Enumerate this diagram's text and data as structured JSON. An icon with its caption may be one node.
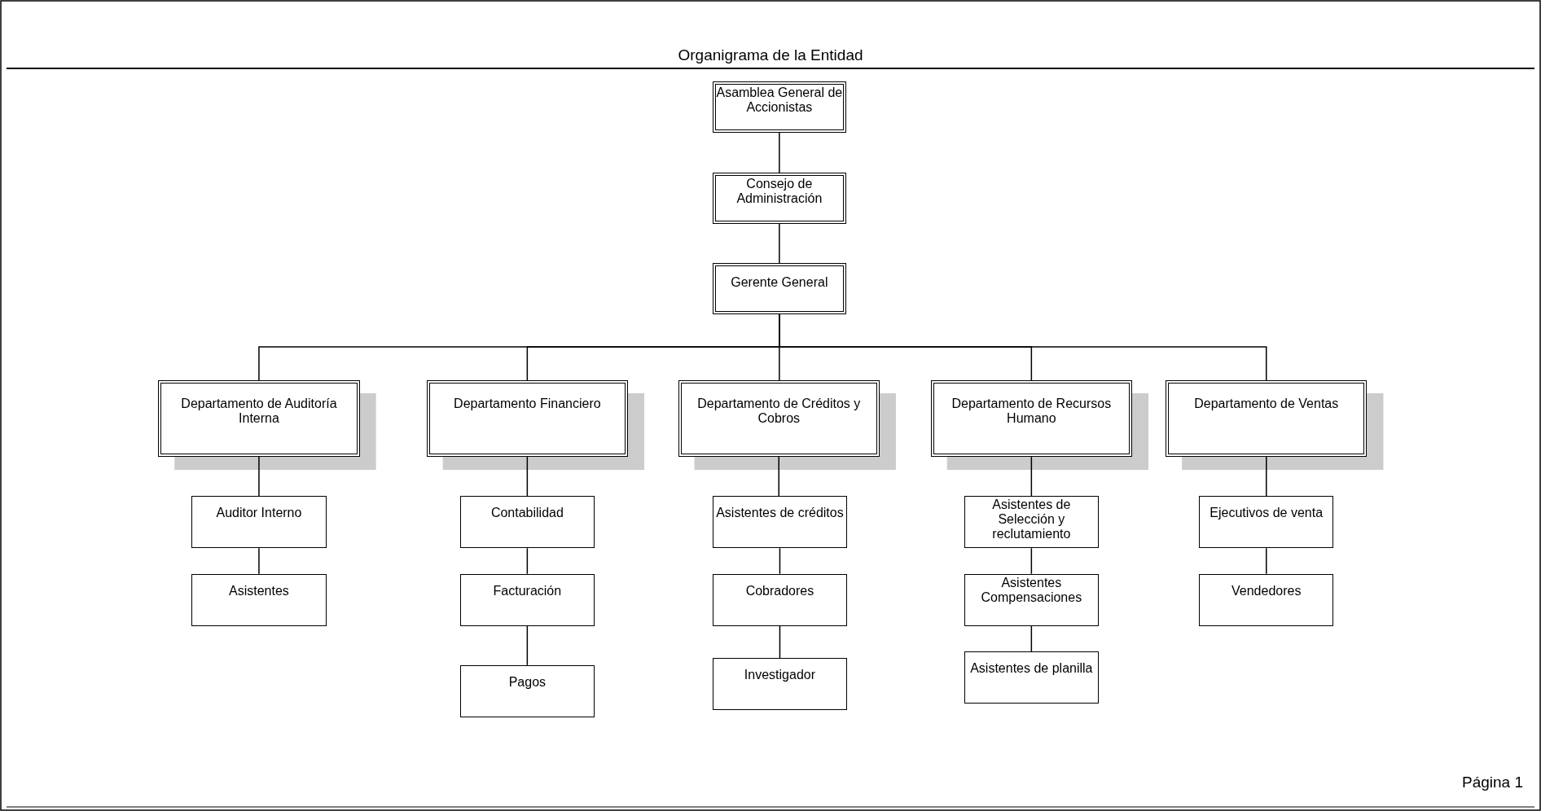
{
  "diagram": {
    "title": "Organigrama de la Entidad",
    "nodes": [
      {
        "text": [
          "Asamblea General de Accionistas"
        ]
      },
      {
        "text": [
          "Consejo de Administración"
        ]
      },
      {
        "text": [
          "Gerente General"
        ]
      },
      {
        "text": [
          "Departamento de Auditoría Interna"
        ]
      },
      {
        "text": [
          "Departamento Financiero"
        ]
      },
      {
        "text": [
          "Departamento de Créditos y Cobros"
        ]
      },
      {
        "text": [
          "Departamento de Recursos Humano"
        ]
      },
      {
        "text": [
          "Departamento de Ventas"
        ]
      },
      {
        "text": [
          "Auditor Interno"
        ]
      },
      {
        "text": [
          "Asistentes"
        ]
      },
      {
        "text": [
          "Contabilidad"
        ]
      },
      {
        "text": [
          "Facturación"
        ]
      },
      {
        "text": [
          "Pagos"
        ]
      },
      {
        "text": [
          "Asistentes de créditos"
        ]
      },
      {
        "text": [
          "Cobradores"
        ]
      },
      {
        "text": [
          "Investigador"
        ]
      },
      {
        "text": [
          "Asistentes de Selección y reclutamiento"
        ]
      },
      {
        "text": [
          "Asistentes Compensaciones"
        ]
      },
      {
        "text": [
          "Asistentes de planilla"
        ]
      },
      {
        "text": [
          "Ejecutivos de venta"
        ]
      },
      {
        "text": [
          "Vendedores"
        ]
      }
    ],
    "edges": [
      {
        "from": 0,
        "to": 1,
        "arrow": "none"
      },
      {
        "from": 1,
        "to": 2,
        "arrow": "none"
      },
      {
        "from": 2,
        "to": 3,
        "arrow": "none"
      },
      {
        "from": 2,
        "to": 4,
        "arrow": "none"
      },
      {
        "from": 2,
        "to": 5,
        "arrow": "none"
      },
      {
        "from": 2,
        "to": 6,
        "arrow": "none"
      },
      {
        "from": 2,
        "to": 7,
        "arrow": "none"
      },
      {
        "from": 3,
        "to": 8,
        "arrow": "none"
      },
      {
        "from": 8,
        "to": 9,
        "arrow": "none"
      },
      {
        "from": 4,
        "to": 10,
        "arrow": "none"
      },
      {
        "from": 10,
        "to": 11,
        "arrow": "none"
      },
      {
        "from": 11,
        "to": 12,
        "arrow": "none"
      },
      {
        "from": 5,
        "to": 13,
        "arrow": "none"
      },
      {
        "from": 13,
        "to": 14,
        "arrow": "none"
      },
      {
        "from": 14,
        "to": 15,
        "arrow": "none"
      },
      {
        "from": 6,
        "to": 16,
        "arrow": "none"
      },
      {
        "from": 16,
        "to": 17,
        "arrow": "none"
      },
      {
        "from": 17,
        "to": 18,
        "arrow": "none"
      },
      {
        "from": 7,
        "to": 19,
        "arrow": "none"
      },
      {
        "from": 19,
        "to": 20,
        "arrow": "none"
      }
    ],
    "labels": [
      "Página 1"
    ]
  }
}
